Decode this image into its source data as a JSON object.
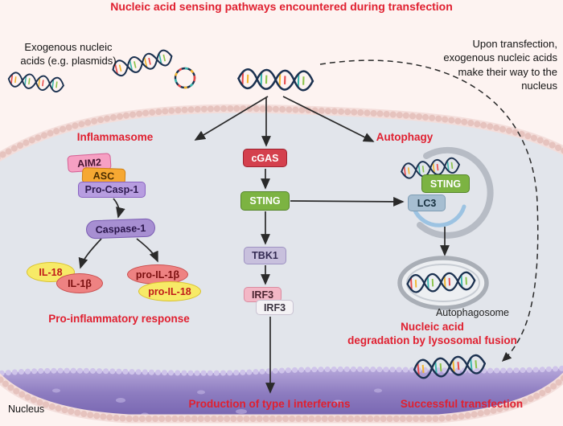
{
  "title": "Nucleic acid sensing pathways encountered during transfection",
  "extracellular": {
    "left_note_lines": [
      "Exogenous nucleic",
      "acids (e.g. plasmids)"
    ],
    "right_note_lines": [
      "Upon transfection,",
      "exogenous nucleic acids",
      "make their way to the",
      "nucleus"
    ]
  },
  "inflammasome": {
    "label": "Inflammasome",
    "aim2": "AIM2",
    "asc": "ASC",
    "pro_casp1": "Pro-Casp-1",
    "caspase1": "Caspase-1",
    "il18": "IL-18",
    "il1b": "IL-1β",
    "pro_il1b": "pro-IL-1β",
    "pro_il18": "pro-IL-18",
    "outcome": "Pro-inflammatory response"
  },
  "cgas_pathway": {
    "cgas": "cGAS",
    "sting": "STING",
    "tbk1": "TBK1",
    "irf3_front": "IRF3",
    "irf3_back": "IRF3",
    "outcome": "Production of type I interferons"
  },
  "autophagy": {
    "label": "Autophagy",
    "sting": "STING",
    "lc3": "LC3",
    "vesicle": "Autophagosome",
    "outcome_lines": [
      "Nucleic acid",
      "degradation by lysosomal fusion"
    ]
  },
  "nucleus": {
    "label": "Nucleus"
  },
  "successful_transfection": "Successful transfection",
  "colors": {
    "title_red": "#e02030",
    "sting_green": "#7cb342",
    "cgas_red": "#d4404d",
    "caspase_purple": "#a78fd2",
    "asc_orange": "#f6a832",
    "aim2_pink": "#f6a0c3",
    "il_yellow": "#f7ea67",
    "il_red": "#ee8282",
    "lc3_blue": "#a6bed1",
    "tbk1_lavender": "#c8c0dd",
    "irf3_pink": "#f3b7c6",
    "nucleus_purple": "#7b69b4",
    "membrane_pink": "#e6c3be",
    "cytoplasm_gray": "#e2e5eb",
    "extracellular_pink": "#fdf3f1"
  }
}
